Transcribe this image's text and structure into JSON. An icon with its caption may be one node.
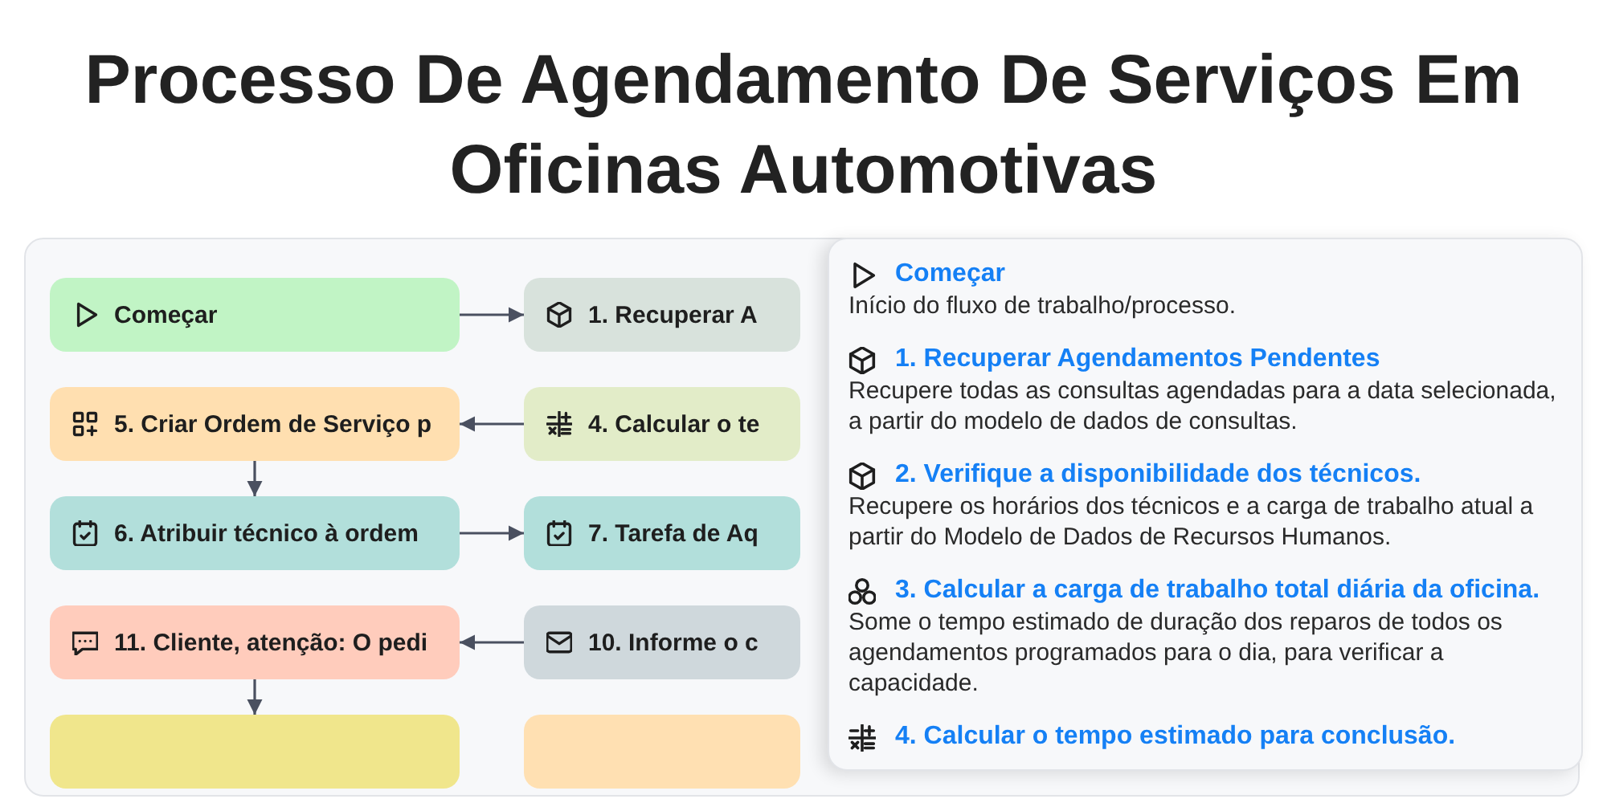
{
  "diagram": {
    "title": "Processo De Agendamento De Serviços Em Oficinas Automotivas",
    "nodes": [
      {
        "text": [
          "Começar"
        ]
      },
      {
        "text": [
          "1. Recuperar A"
        ]
      },
      {
        "text": [
          "5. Criar Ordem de Serviço p"
        ]
      },
      {
        "text": [
          "4. Calcular o te"
        ]
      },
      {
        "text": [
          "6. Atribuir técnico à ordem"
        ]
      },
      {
        "text": [
          "7. Tarefa de Aq"
        ]
      },
      {
        "text": [
          "11. Cliente, atenção: O pedi"
        ]
      },
      {
        "text": [
          "10. Informe o c"
        ]
      },
      {
        "text": [],
        "shape": "box"
      },
      {
        "text": [],
        "shape": "box"
      },
      {
        "text": [
          "Começar",
          "Início do fluxo de trabalho/processo.",
          "1. Recuperar Agendamentos Pendentes",
          "Recupere todas as consultas agendadas para a data selecionada, a partir do modelo de dados de consultas.",
          "2. Verifique a disponibilidade dos técnicos.",
          "Recupere os horários dos técnicos e a carga de trabalho atual a partir do Modelo de Dados de Recursos Humanos.",
          "3. Calcular a carga de trabalho total diária da oficina.",
          "Some o tempo estimado de duração dos reparos de todos os agendamentos programados para o dia, para verificar a capacidade.",
          "4. Calcular o tempo estimado para conclusão."
        ]
      }
    ],
    "edges": [
      {
        "from": 0,
        "to": 1,
        "arrow": "to"
      },
      {
        "from": 3,
        "to": 2,
        "arrow": "to"
      },
      {
        "from": 2,
        "to": 4,
        "arrow": "to"
      },
      {
        "from": 4,
        "to": 5,
        "arrow": "to"
      },
      {
        "from": 7,
        "to": 6,
        "arrow": "to"
      },
      {
        "from": 6,
        "to": 8,
        "arrow": "to"
      }
    ]
  }
}
